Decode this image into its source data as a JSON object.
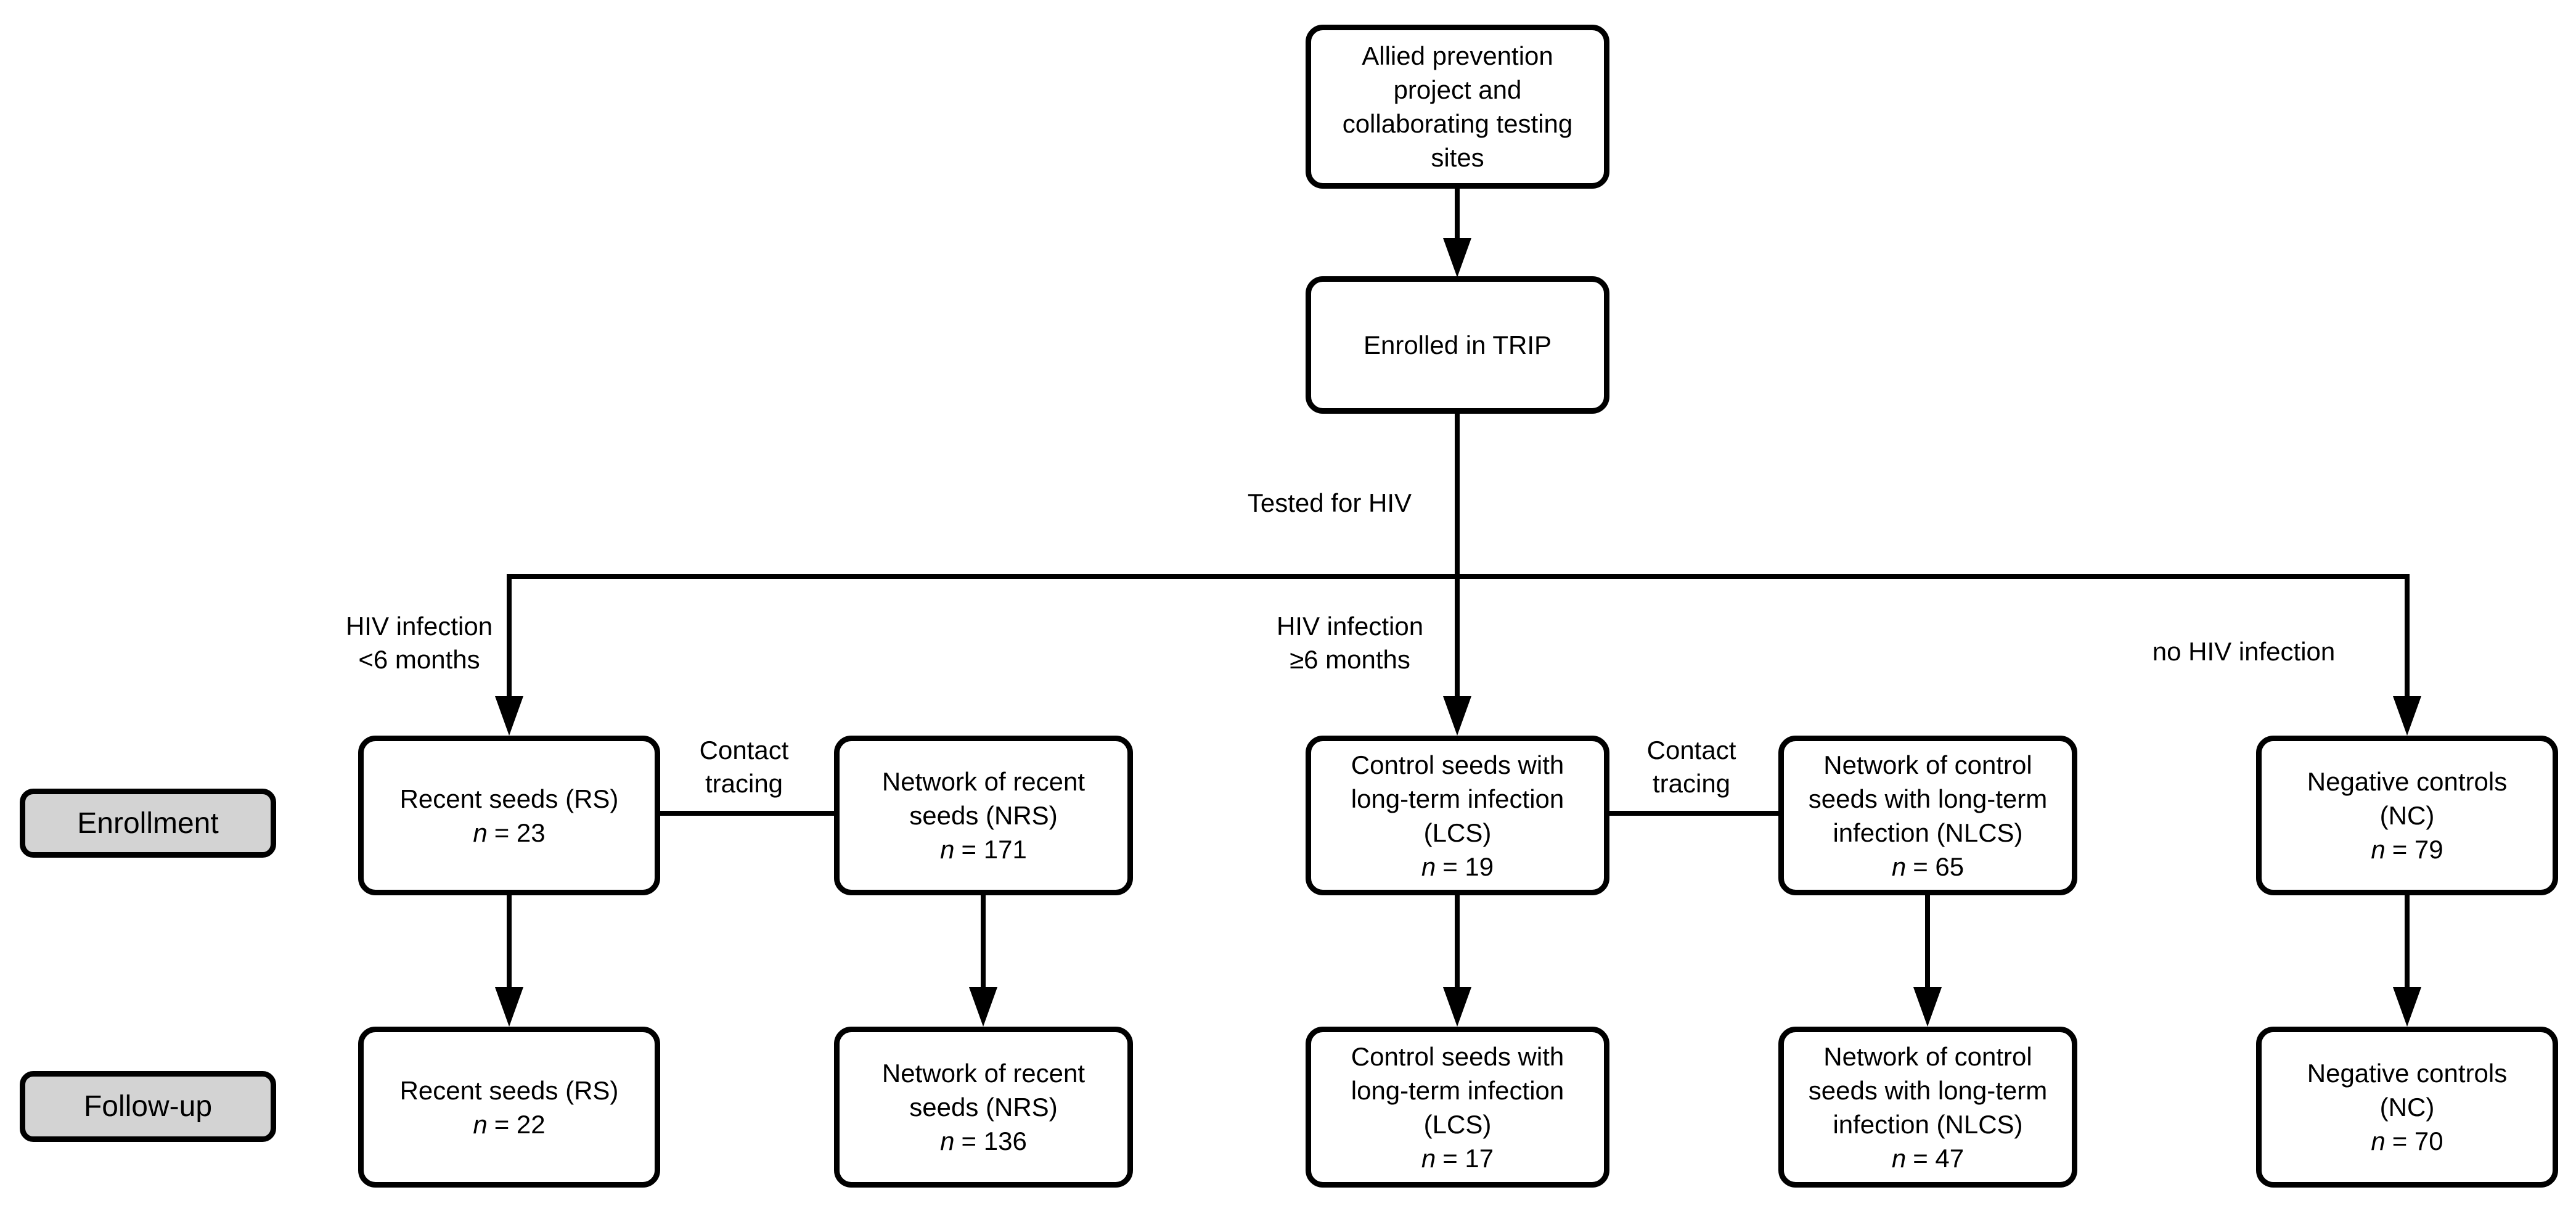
{
  "colors": {
    "ink": "#000000",
    "box_fill": "#ffffff",
    "stage_fill": "#d3d3d3",
    "background": "#ffffff"
  },
  "nodes": {
    "root": {
      "text": "Allied prevention\nproject and\ncollaborating testing\nsites"
    },
    "enrolled": {
      "text": "Enrolled in TRIP"
    }
  },
  "edge_labels": {
    "tested": "Tested for HIV",
    "branch_recent": "HIV infection\n<6 months",
    "branch_longterm": "HIV infection\n≥6 months",
    "branch_negative": "no HIV infection",
    "contact_tracing_left": "Contact\ntracing",
    "contact_tracing_right": "Contact\ntracing"
  },
  "stages": [
    {
      "label": "Enrollment"
    },
    {
      "label": "Follow-up"
    }
  ],
  "enrollment_nodes": [
    {
      "label": "Recent seeds (RS)",
      "n_var": "n",
      "n_val": "= 23"
    },
    {
      "label": "Network of recent\nseeds (NRS)",
      "n_var": "n",
      "n_val": "= 171"
    },
    {
      "label": "Control seeds with\nlong-term infection\n(LCS)",
      "n_var": "n",
      "n_val": "= 19"
    },
    {
      "label": "Network of control\nseeds with long-term\ninfection (NLCS)",
      "n_var": "n",
      "n_val": "= 65"
    },
    {
      "label": "Negative controls\n(NC)",
      "n_var": "n",
      "n_val": "= 79"
    }
  ],
  "followup_nodes": [
    {
      "label": "Recent seeds (RS)",
      "n_var": "n",
      "n_val": "= 22"
    },
    {
      "label": "Network of recent\nseeds (NRS)",
      "n_var": "n",
      "n_val": "= 136"
    },
    {
      "label": "Control seeds with\nlong-term infection\n(LCS)",
      "n_var": "n",
      "n_val": "= 17"
    },
    {
      "label": "Network of control\nseeds with long-term\ninfection (NLCS)",
      "n_var": "n",
      "n_val": "= 47"
    },
    {
      "label": "Negative controls\n(NC)",
      "n_var": "n",
      "n_val": "= 70"
    }
  ]
}
